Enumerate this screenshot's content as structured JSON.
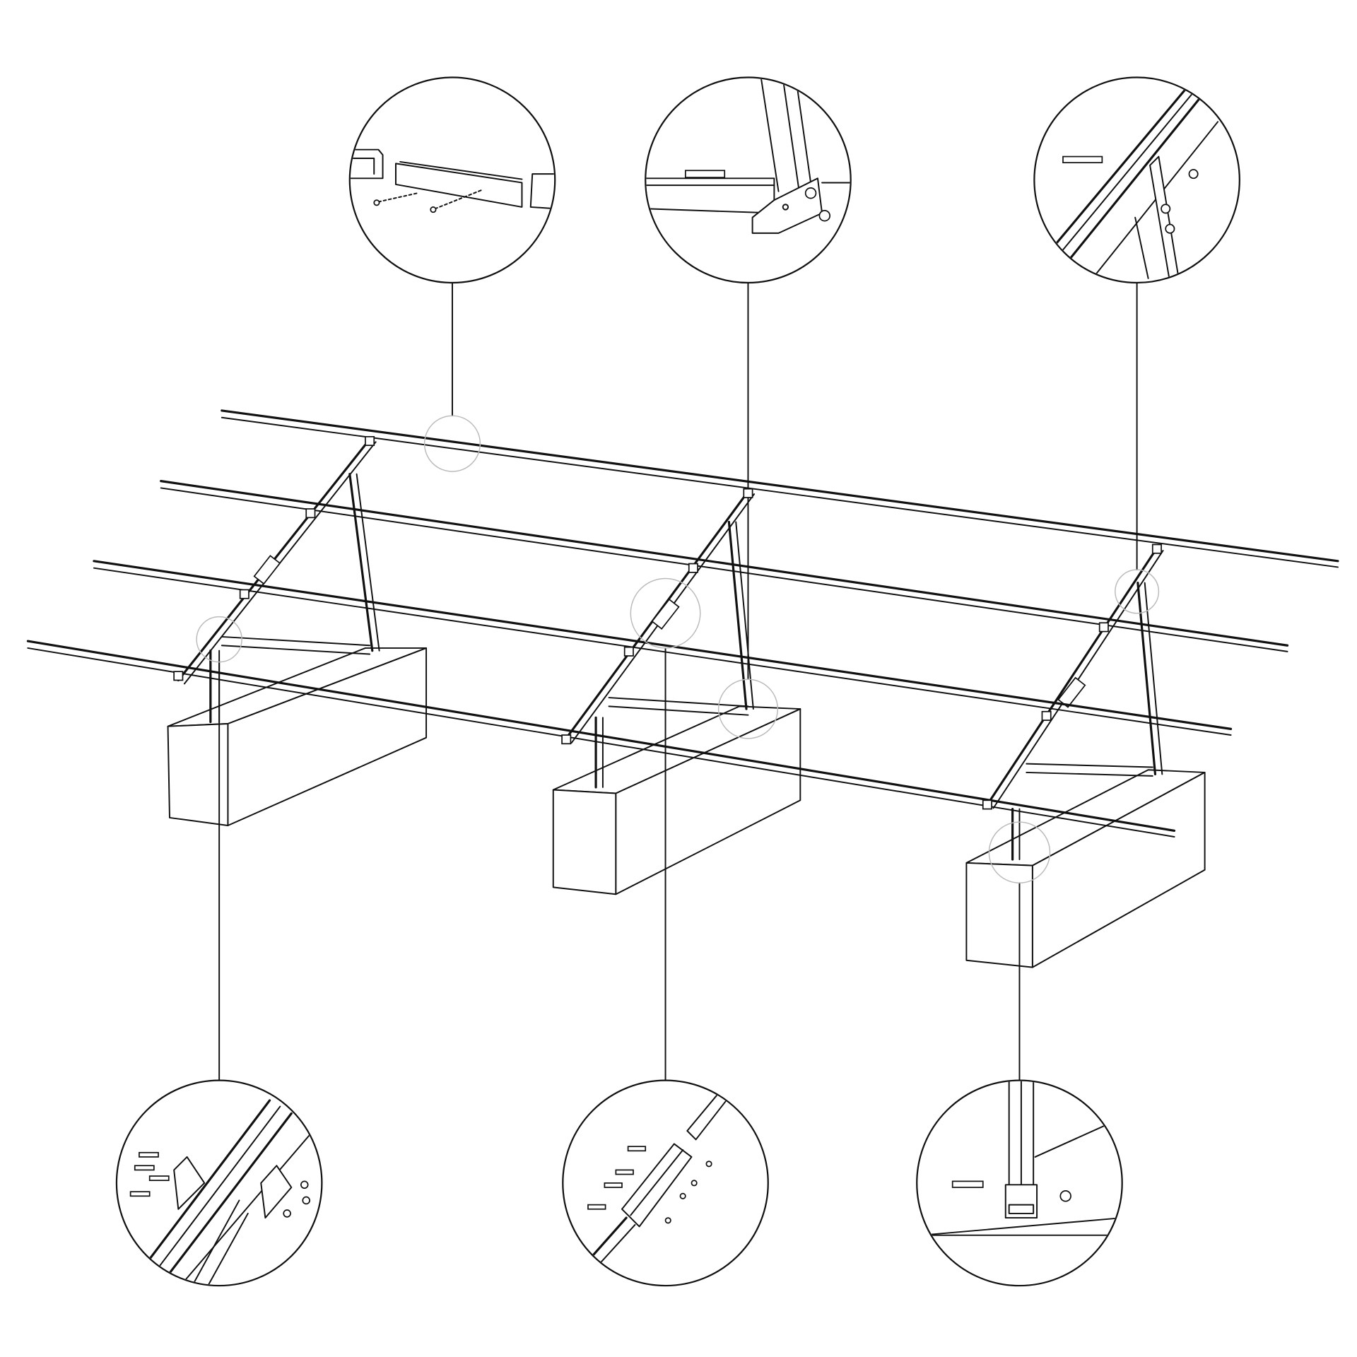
{
  "diagram": {
    "type": "exploded assembly line drawing",
    "colors": {
      "line": "#111111",
      "background": "#ffffff",
      "highlight_circle": "#bbbbbb"
    },
    "components": [
      "rails",
      "diagonal-beams",
      "rear-legs",
      "front-legs",
      "cross-braces",
      "concrete-blocks"
    ],
    "detail_callouts": [
      "rail-splice",
      "rear-leg-top-bracket",
      "diagonal-rear-leg-joint",
      "front-leg-diagonal-plates",
      "diagonal-splice-sleeve",
      "front-leg-base-bracket"
    ]
  }
}
